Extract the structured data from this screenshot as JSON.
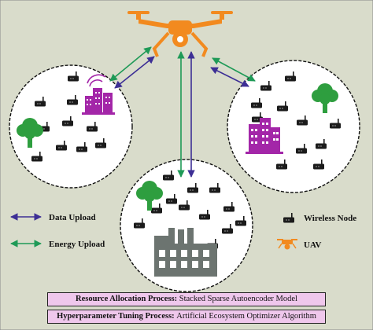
{
  "colors": {
    "background": "#d9dccb",
    "cluster_fill": "#ffffff",
    "cluster_stroke": "#111111",
    "data_arrow": "#3d2f95",
    "energy_arrow": "#1f9a57",
    "uav": "#f28a1f",
    "node": "#1b1b1b",
    "tree": "#2e9e3f",
    "smart_city": "#a326a8",
    "factory": "#6c7470",
    "process_box": "#efc7ec"
  },
  "icons": {
    "uav": "uav-drone-icon",
    "node": "wireless-node-icon",
    "tree": "tree-icon",
    "smart_city": "smart-city-icon",
    "buildings": "city-buildings-icon",
    "factory": "factory-icon"
  },
  "legend": {
    "data_upload": "Data Upload",
    "energy_upload": "Energy Upload",
    "wireless_node": "Wireless Node",
    "uav": "UAV"
  },
  "processes": [
    {
      "label": "Resource Allocation Process:",
      "value": "Stacked Sparse Autoencoder Model"
    },
    {
      "label": "Hyperparameter Tuning Process:",
      "value": "Artificial Ecosystem Optimizer Algorithm"
    }
  ]
}
